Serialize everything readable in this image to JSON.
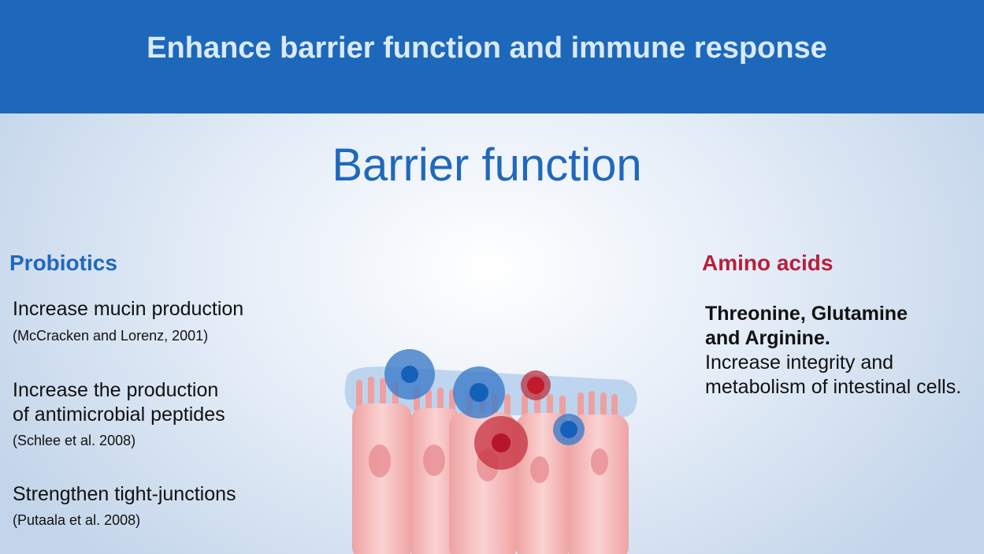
{
  "header": {
    "title": "Enhance barrier function and immune response"
  },
  "section_title": "Barrier function",
  "probiotics": {
    "heading": "Probiotics",
    "items": [
      {
        "line1": "Increase mucin production",
        "line2": "",
        "ref": "(McCracken and Lorenz, 2001)"
      },
      {
        "line1": "Increase the production",
        "line2": "of antimicrobial peptides",
        "ref": "(Schlee et al. 2008)"
      },
      {
        "line1": "Strengthen tight-junctions",
        "line2": "",
        "ref": "(Putaala et al. 2008)"
      }
    ]
  },
  "amino_acids": {
    "heading": "Amino acids",
    "bold1": "Threonine, Glutamine",
    "bold2": "and Arginine.",
    "text1": "Increase integrity and",
    "text2": "metabolism of intestinal cells."
  },
  "colors": {
    "header": "#1e68bb",
    "blue": "#2068bd",
    "red": "#b8203a"
  }
}
